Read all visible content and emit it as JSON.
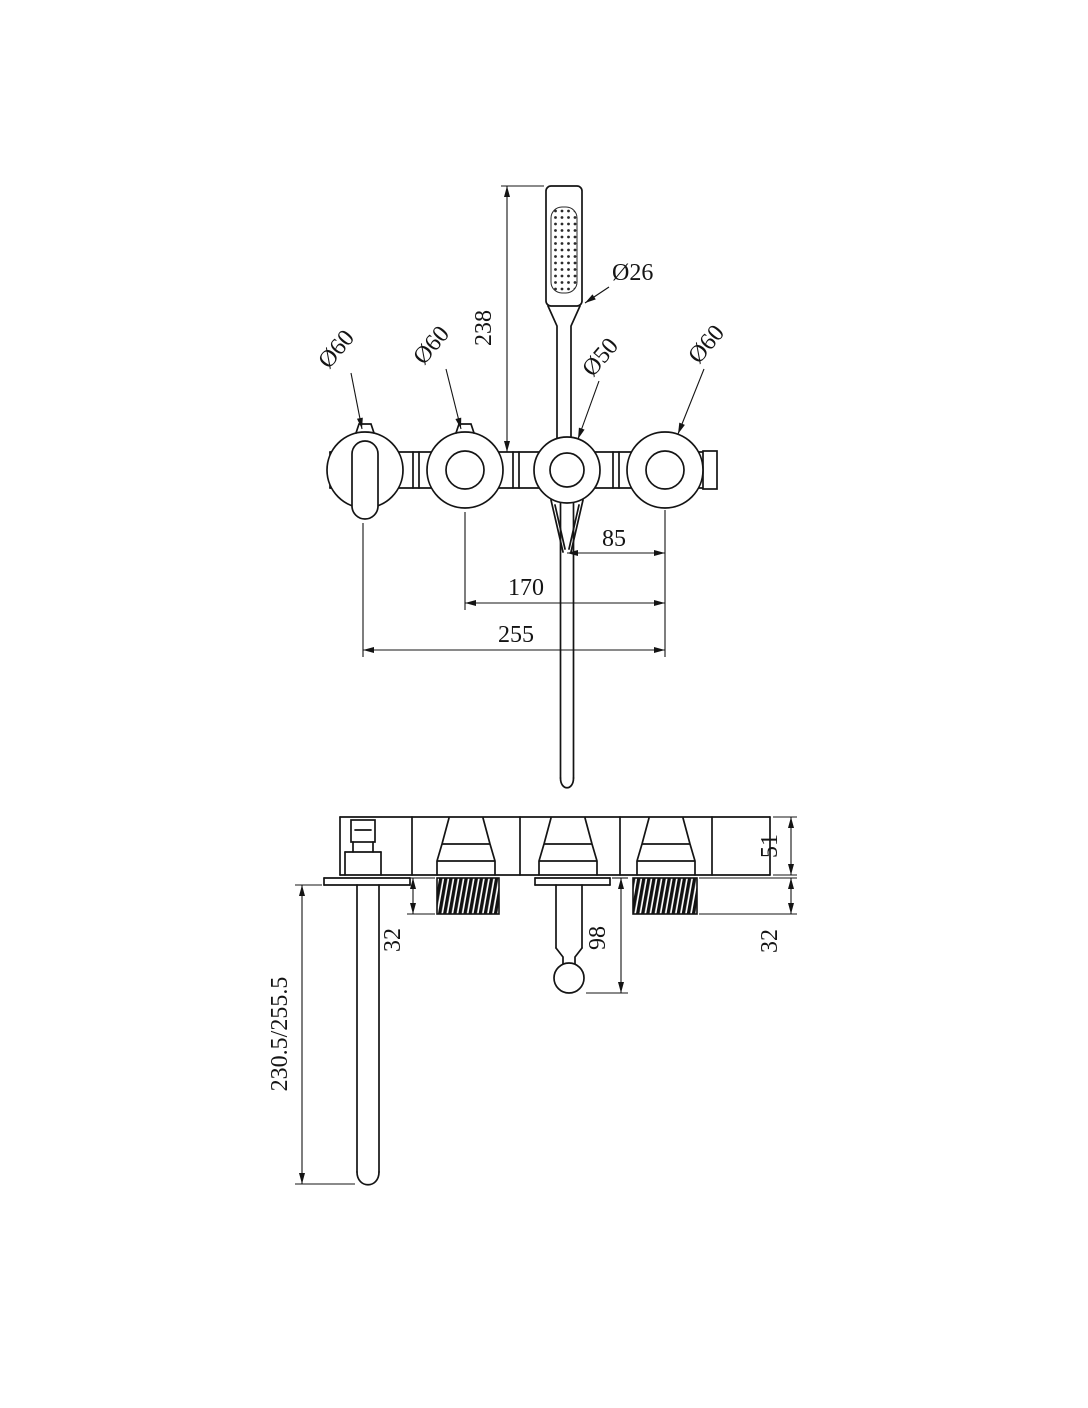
{
  "title": "Wall mounted bath and shower mixer - dimensional drawing",
  "colors": {
    "line": "#141414",
    "background": "#ffffff"
  },
  "front_view": {
    "labels": {
      "handshower_diameter": "Ø26",
      "handshower_height": "238",
      "left_knob_diameter": "Ø60",
      "mid_knob_diameter": "Ø60",
      "diverter_diameter": "Ø50",
      "right_knob_diameter": "Ø60",
      "spacing_center_to_right": "85",
      "spacing_mid_to_right": "170",
      "spacing_total": "255"
    }
  },
  "side_view": {
    "labels": {
      "body_height": "51",
      "left_handle_projection": "32",
      "diverter_projection": "98",
      "right_handle_projection": "32",
      "spout_length": "230.5/255.5"
    }
  }
}
